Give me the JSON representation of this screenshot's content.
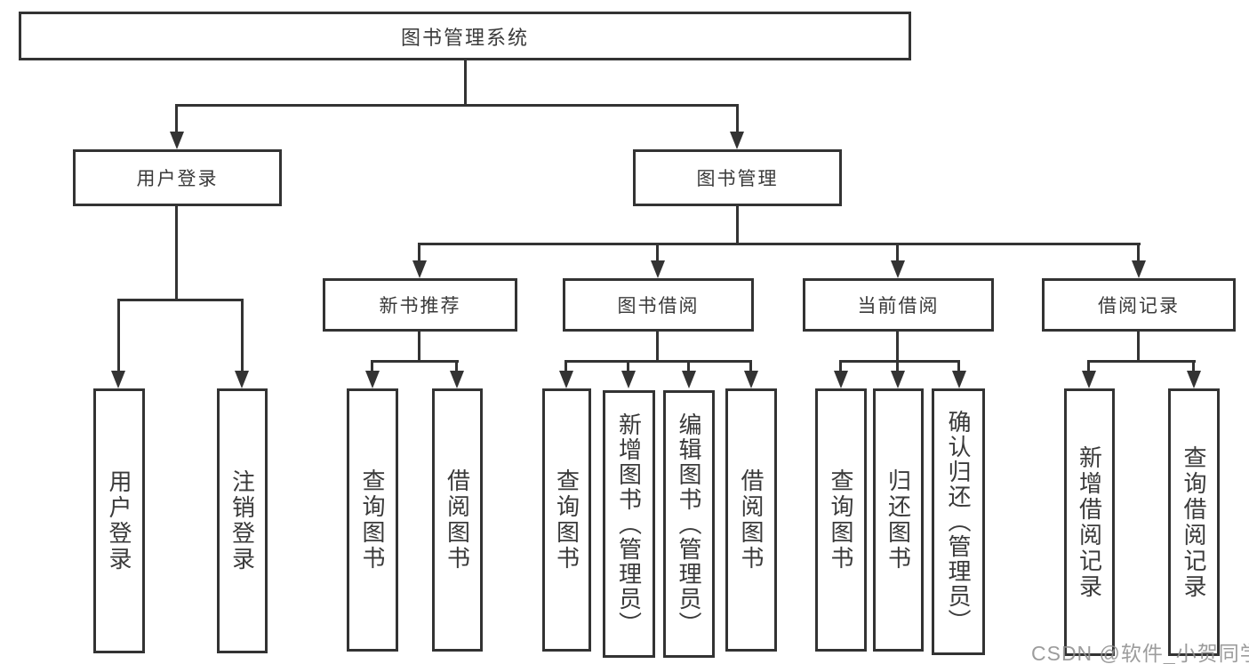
{
  "diagram_title": "图书管理系统",
  "watermark": "CSDN @软件_小贺同学",
  "colors": {
    "line": "#333333",
    "text": "#3a3a3a",
    "background": "#ffffff",
    "watermark": "#8f8f8f"
  },
  "nodes": {
    "root": {
      "label": "图书管理系统"
    },
    "user_login": {
      "label": "用户登录"
    },
    "book_mgmt": {
      "label": "图书管理"
    },
    "new_book_rec": {
      "label": "新书推荐"
    },
    "book_borrow": {
      "label": "图书借阅"
    },
    "current_borrow": {
      "label": "当前借阅"
    },
    "borrow_records": {
      "label": "借阅记录"
    },
    "login": {
      "label": "用户登录"
    },
    "logout": {
      "label": "注销登录"
    },
    "rec_query_book": {
      "label": "查询图书"
    },
    "rec_borrow_book": {
      "label": "借阅图书"
    },
    "bor_query_book": {
      "label": "查询图书"
    },
    "bor_add_book": {
      "label": "新增图书（管理员）"
    },
    "bor_edit_book": {
      "label": "编辑图书（管理员）"
    },
    "bor_borrow_book": {
      "label": "借阅图书"
    },
    "cur_query_book": {
      "label": "查询图书"
    },
    "cur_return_book": {
      "label": "归还图书"
    },
    "cur_confirm_return": {
      "label": "确认归还（管理员）"
    },
    "rec_add_record": {
      "label": "新增借阅记录"
    },
    "rec_query_record": {
      "label": "查询借阅记录"
    }
  }
}
